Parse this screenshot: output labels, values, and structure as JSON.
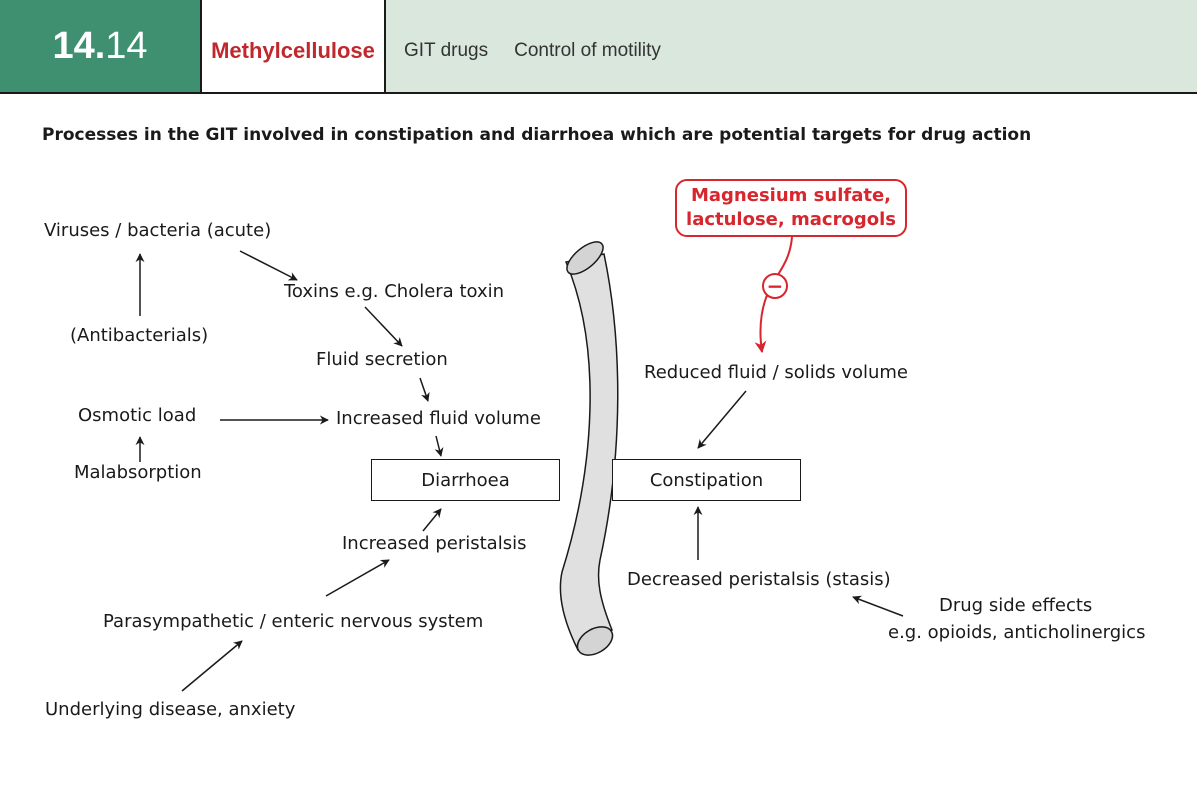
{
  "header": {
    "section_major": "14.",
    "section_minor": "14",
    "title": "Methylcellulose",
    "crumb_1": "GIT drugs",
    "crumb_2": "Control of motility",
    "colors": {
      "band": "#3f9070",
      "title": "#c0282d",
      "bar": "#d9e7dd"
    }
  },
  "subtitle": "Processes in the GIT involved in constipation and diarrhoea which are potential targets for drug action",
  "diagram": {
    "viruses": "Viruses / bacteria (acute)",
    "antibacterials": "(Antibacterials)",
    "toxins": "Toxins e.g. Cholera toxin",
    "fluid_secretion": "Fluid secretion",
    "osmotic_load": "Osmotic load",
    "malabsorption": "Malabsorption",
    "increased_fluid": "Increased fluid volume",
    "diarrhoea": "Diarrhoea",
    "increased_peristalsis": "Increased peristalsis",
    "parasympathetic": "Parasympathetic / enteric nervous system",
    "underlying": "Underlying disease, anxiety",
    "drug_line1": "Magnesium sulfate,",
    "drug_line2": "lactulose, macrogols",
    "inhibit_symbol": "−",
    "reduced_fluid": "Reduced fluid / solids volume",
    "constipation": "Constipation",
    "decreased_peristalsis": "Decreased peristalsis (stasis)",
    "drug_side_effects": "Drug side effects",
    "drug_examples": "e.g. opioids, anticholinergics",
    "accent_red": "#d7262d"
  }
}
